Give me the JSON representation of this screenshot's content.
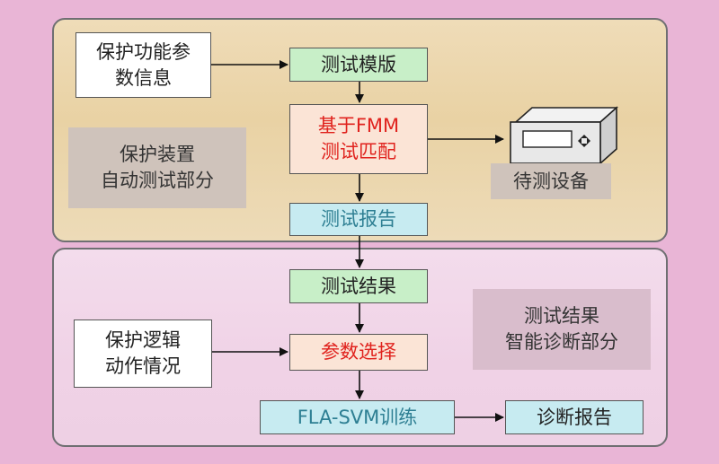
{
  "top_section": {
    "protection_params": "保护功能参\n数信息",
    "test_template": "测试模版",
    "fmm_match": "基于FMM\n测试匹配",
    "test_report": "测试报告",
    "auto_test_label": "保护装置\n自动测试部分",
    "device_label": "待测设备"
  },
  "bottom_section": {
    "test_result": "测试结果",
    "logic_action": "保护逻辑\n动作情况",
    "param_select": "参数选择",
    "fla_svm": "FLA-SVM训练",
    "diag_report": "诊断报告",
    "diag_label": "测试结果\n智能诊断部分"
  },
  "colors": {
    "background": "#e9b5d6",
    "top_panel": "#e9d2a4",
    "bottom_panel": "#f0d2e6",
    "green_box": "#c8efc8",
    "peach_box": "#fbe4d6",
    "cyan_box": "#c7ebf1",
    "red_text": "#e0221d",
    "teal_text": "#2e7f93"
  }
}
